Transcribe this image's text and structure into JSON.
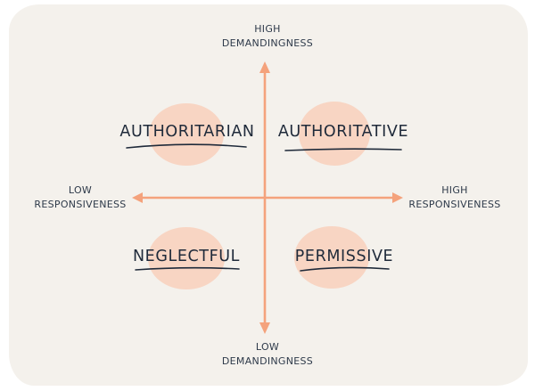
{
  "axes": {
    "top": {
      "line1": "HIGH",
      "line2": "DEMANDINGNESS"
    },
    "bottom": {
      "line1": "LOW",
      "line2": "DEMANDINGNESS"
    },
    "left": {
      "line1": "LOW",
      "line2": "RESPONSIVENESS"
    },
    "right": {
      "line1": "HIGH",
      "line2": "RESPONSIVENESS"
    }
  },
  "quadrants": {
    "top_left": "AUTHORITARIAN",
    "top_right": "AUTHORITATIVE",
    "bottom_left": "NEGLECTFUL",
    "bottom_right": "PERMISSIVE"
  },
  "colors": {
    "axis": "#f4a27c",
    "blob": "#f8d5c3",
    "text": "#1f2a3a",
    "background": "#f4f1ec"
  }
}
